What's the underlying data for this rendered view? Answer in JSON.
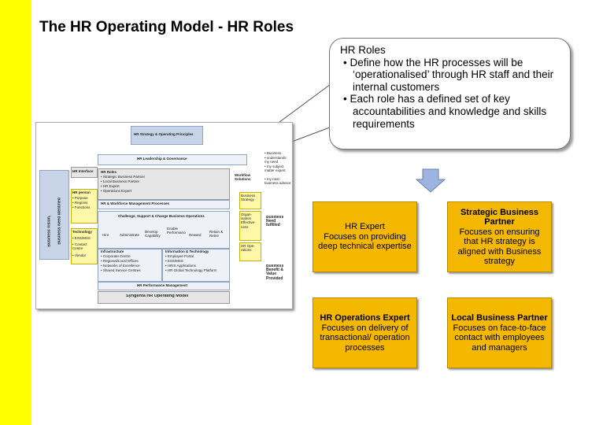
{
  "title": "The HR Operating Model - HR Roles",
  "callout": {
    "heading": "HR Roles",
    "bullets": [
      "Define how the HR processes will be ‘operationalised’ through HR staff and their internal customers",
      "Each role has a defined set of key accountabilities and knowledge and skills requirements"
    ]
  },
  "model": {
    "strategy": "HR Strategy & Operating Principles",
    "leadership": "HR Leadership & Governance",
    "interface": "HR Interface",
    "roles_title": "HR Roles",
    "roles_lines": [
      "• Strategic Business Partner",
      "• Local Business Partner",
      "• HR Expert",
      "• Operations Expert"
    ],
    "workflow": "Workflow Solutions",
    "processes": "HR & Workforce Management Processes",
    "challenge": "Challenge, Support & Change Business Operations",
    "steps": [
      "Hire",
      "Administrate",
      "Develop Capability",
      "Enable Performance",
      "Reward",
      "Retain & Retire"
    ],
    "hr_person_title": "HR person",
    "hr_person_lines": [
      "• Purpose",
      "• Regions",
      "• Functions"
    ],
    "technology_title": "Technology",
    "technology_lines": [
      "• ESS/MSS",
      "• Contact Centre",
      "• Vendor"
    ],
    "infrastructure_title": "Infrastructure",
    "infrastructure_lines": [
      "• Corporate Centre",
      "• Regional/Local Offices",
      "• Networks of Excellence",
      "• Shared Service Centres"
    ],
    "info_tech_title": "Information & Technology",
    "info_tech_lines": [
      "• Employee Portal",
      "• ESS/MSS",
      "• HRIS Applications",
      "• HR Global Technology Platform"
    ],
    "performance": "HR Performance Management",
    "footer": "Syngenta HR Operating Model",
    "side_vertical_1": "Business Vision,",
    "side_vertical_2": "Business Need Identified",
    "right_top": [
      "• Business",
      "• understands my need",
      "• my subject matter expert",
      "• my next-business advisor"
    ],
    "business_strategy": "Business Strategy",
    "org_design": "Organ-isation Effective-ness",
    "hr_ops": "HR Ope-rations",
    "business_need": "Business Need fulfilled",
    "business_benefit": "Business Benefit & Value Provided"
  },
  "roles": [
    {
      "title": "HR Expert",
      "desc": "Focuses on providing deep technical expertise",
      "bold": false
    },
    {
      "title": "Strategic Business Partner",
      "desc": "Focuses on ensuring that HR strategy is aligned with Business strategy",
      "bold": true
    },
    {
      "title": "HR Operations Expert",
      "desc": "Focuses on delivery of transactional/ operation processes",
      "bold": true
    },
    {
      "title": "Local Business Partner",
      "desc": "Focuses on face-to-face contact with employees and managers",
      "bold": true
    }
  ],
  "colors": {
    "accent_bar": "#ffff00",
    "role_fill": "#f5b800",
    "arrow_fill": "#9db3e0"
  }
}
